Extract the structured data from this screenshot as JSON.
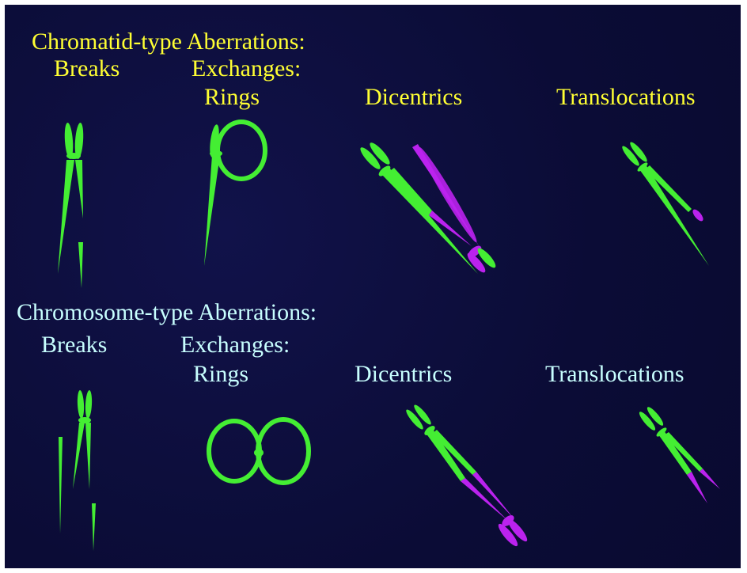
{
  "colors": {
    "background": "#0c0d3a",
    "heading_top": "#ffff33",
    "heading_bottom": "#c8ffff",
    "chromatid_green": "#44ee33",
    "exchanged_magenta": "#bb22ee"
  },
  "chromatid": {
    "title": "Chromatid-type Aberrations:",
    "breaks": "Breaks",
    "exchanges": "Exchanges:",
    "rings": "Rings",
    "dicentrics": "Dicentrics",
    "translocations": "Translocations"
  },
  "chromosome": {
    "title": "Chromosome-type Aberrations:",
    "breaks": "Breaks",
    "exchanges": "Exchanges:",
    "rings": "Rings",
    "dicentrics": "Dicentrics",
    "translocations": "Translocations"
  }
}
